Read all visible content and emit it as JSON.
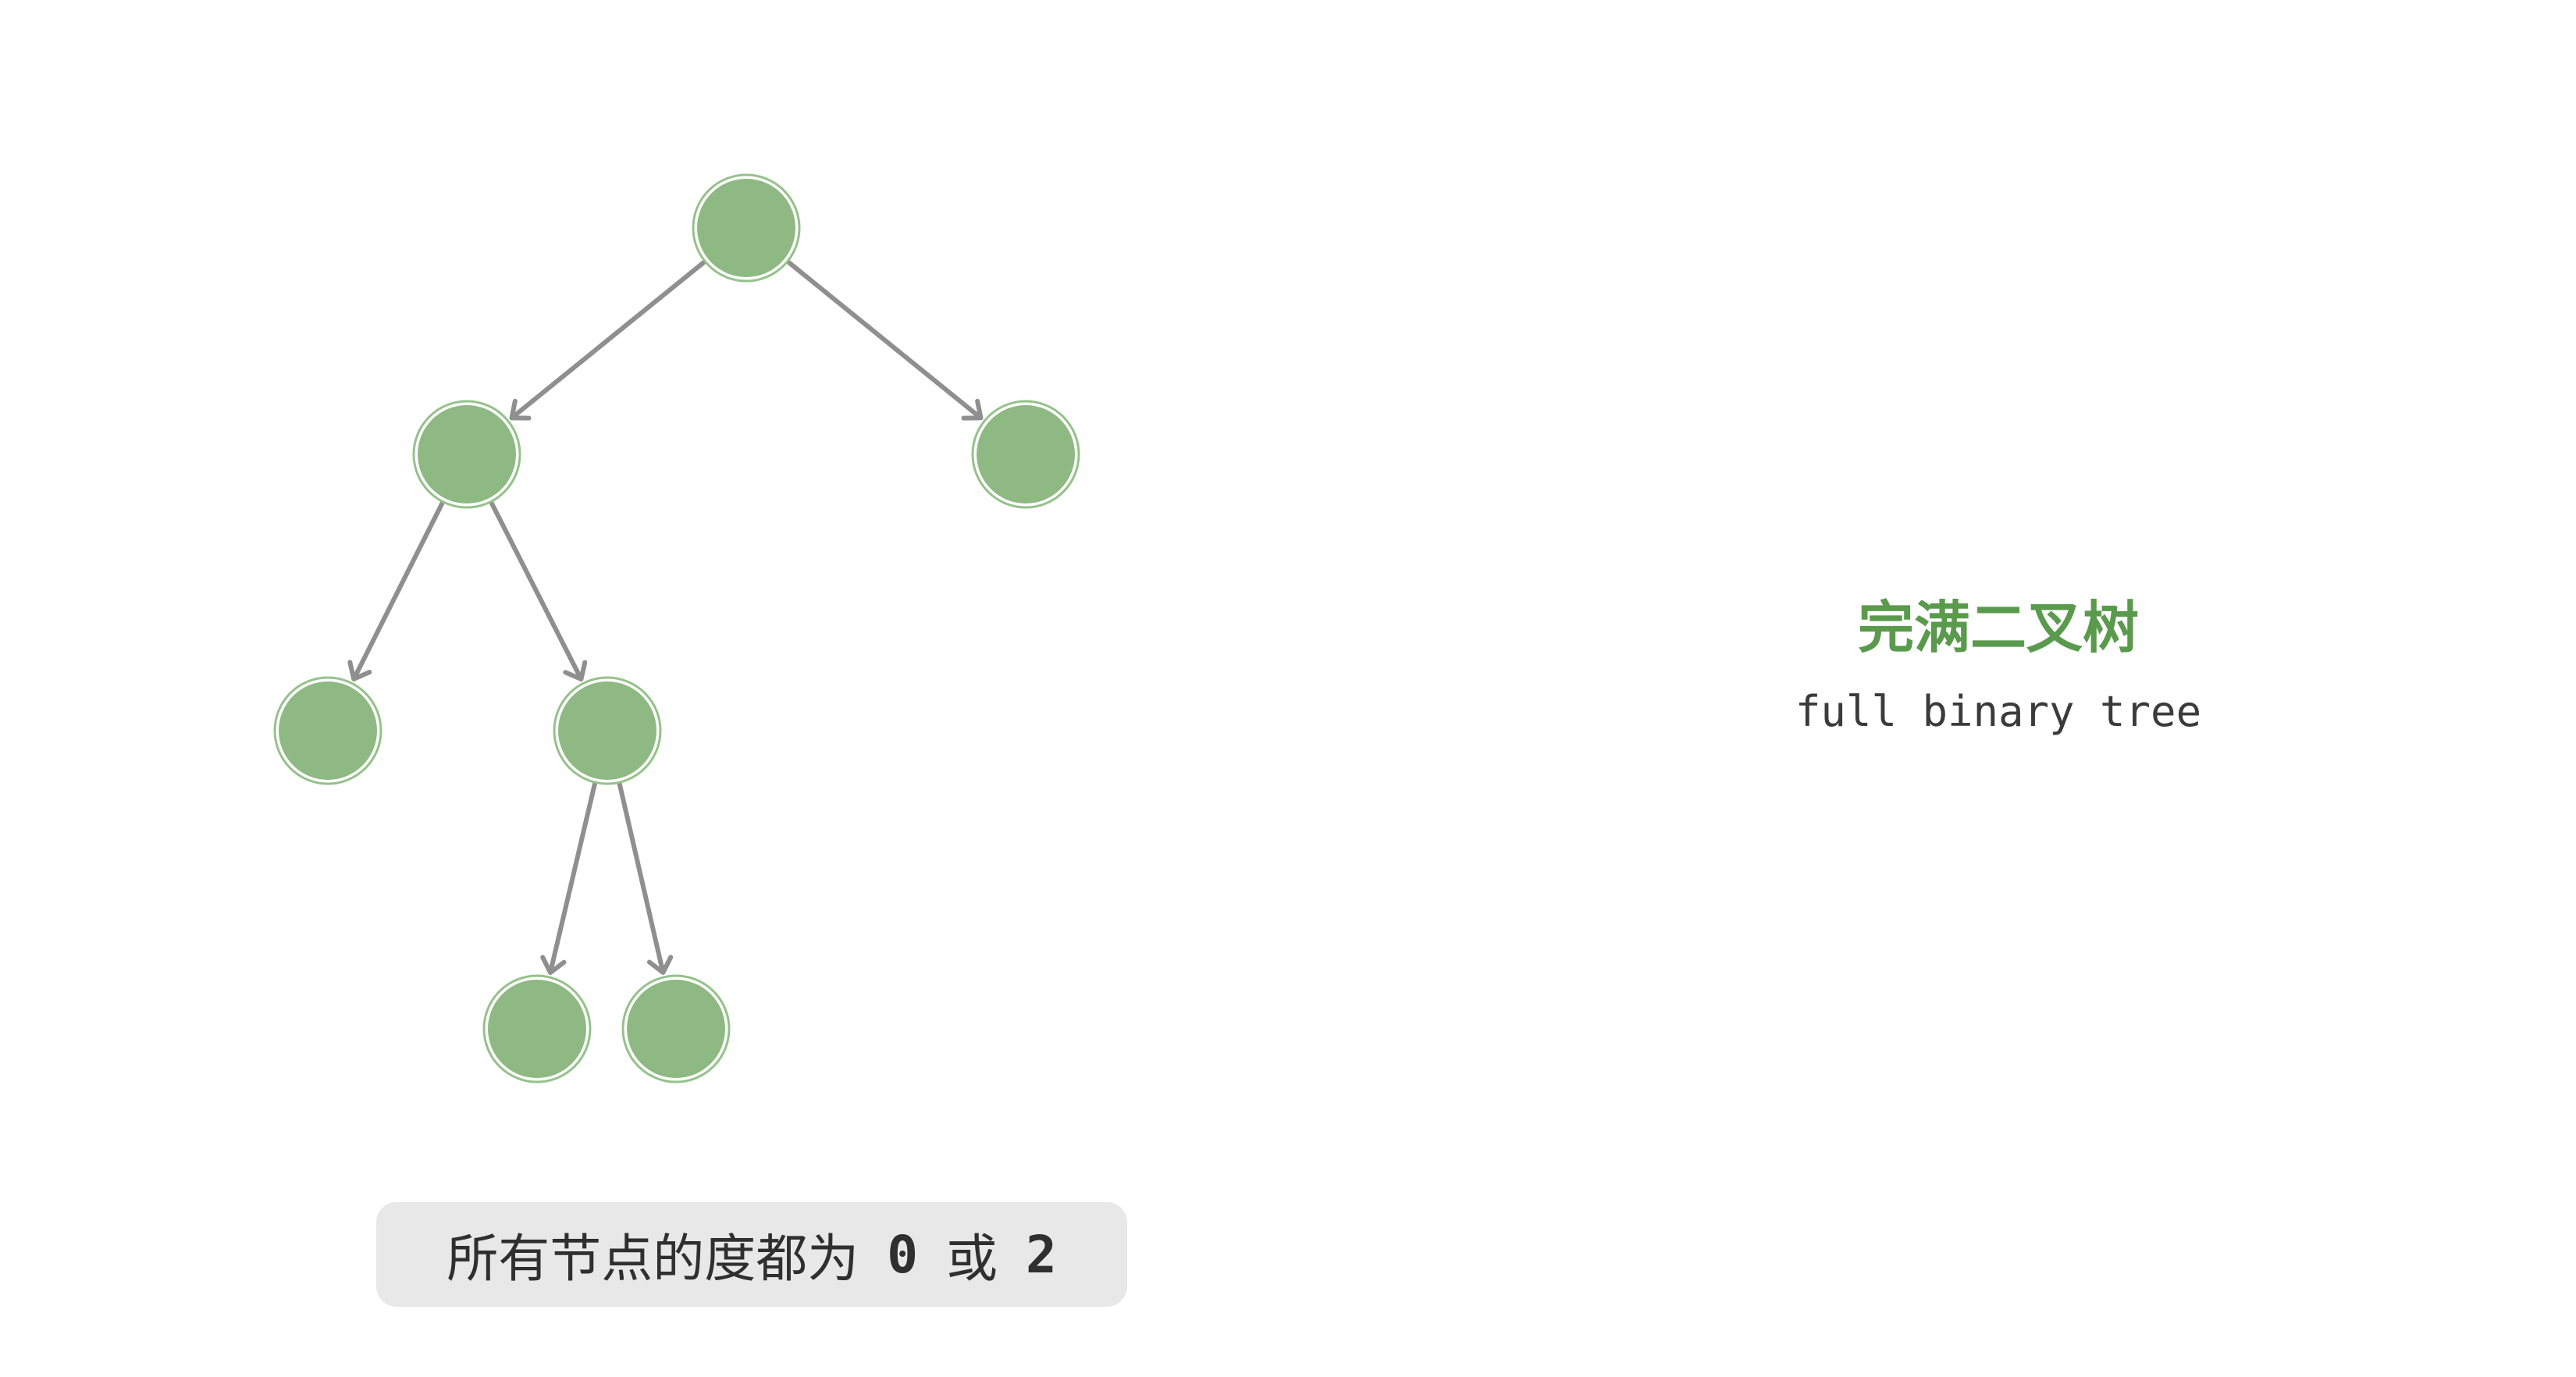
{
  "diagram": {
    "type": "binary-tree",
    "nodes": [
      {
        "id": "n1"
      },
      {
        "id": "n2"
      },
      {
        "id": "n3"
      },
      {
        "id": "n4"
      },
      {
        "id": "n5"
      },
      {
        "id": "n6"
      },
      {
        "id": "n7"
      }
    ],
    "edges": [
      {
        "from": "n1",
        "to": "n2"
      },
      {
        "from": "n1",
        "to": "n3"
      },
      {
        "from": "n2",
        "to": "n4"
      },
      {
        "from": "n2",
        "to": "n5"
      },
      {
        "from": "n5",
        "to": "n6"
      },
      {
        "from": "n5",
        "to": "n7"
      }
    ],
    "colors": {
      "node_fill": "#8fb983",
      "node_ring": "#94c28a",
      "edge": "#8f8f8f",
      "title": "#5a9a4c",
      "caption_bg": "#e8e8e8"
    }
  },
  "caption": {
    "text": "所有节点的度都为",
    "value_a": "0",
    "connector": "或",
    "value_b": "2"
  },
  "title": {
    "zh": "完满二叉树",
    "en": "full binary tree"
  }
}
